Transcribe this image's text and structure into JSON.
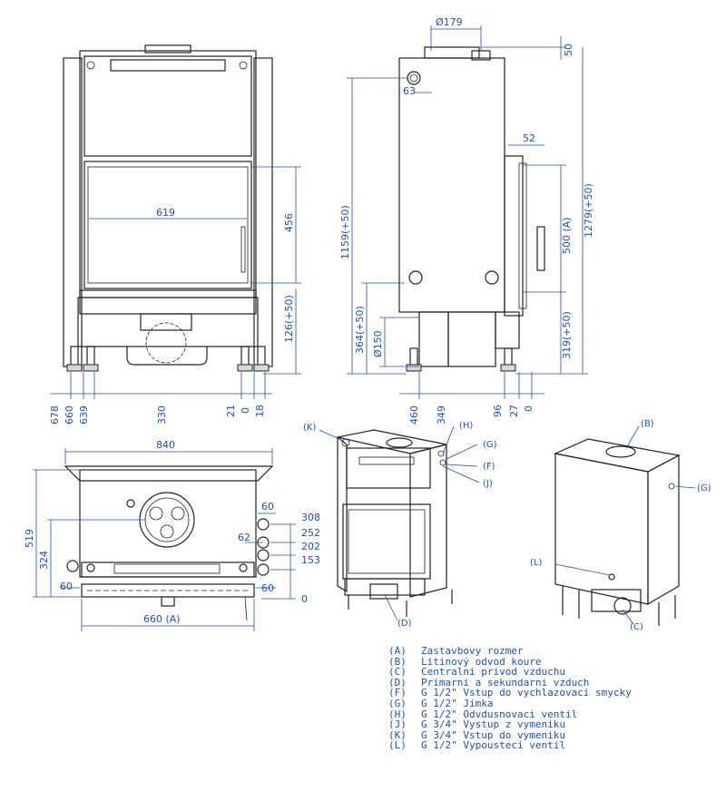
{
  "front_view": {
    "dims": {
      "width_619": "619",
      "height_456": "456",
      "height_126": "126(+50)",
      "bottom": [
        "678",
        "660",
        "639",
        "330",
        "21",
        "0",
        "18"
      ]
    }
  },
  "side_view": {
    "dims": {
      "d179": "Ø179",
      "d50": "50",
      "d63": "63",
      "h1159": "1159(+50)",
      "h1279": "1279(+50)",
      "d52": "52",
      "h500": "500 (A)",
      "h364": "364(+50)",
      "d150": "Ø150",
      "h319": "319(+50)",
      "bottom": [
        "460",
        "349",
        "96",
        "27",
        "0"
      ]
    }
  },
  "top_view": {
    "dims": {
      "w840": "840",
      "h519": "519",
      "h324": "324",
      "d60a": "60",
      "d60b": "60",
      "d60c": "60",
      "d62": "62",
      "r308": "308",
      "r252": "252",
      "r202": "202",
      "r153": "153",
      "r0": "0",
      "w660": "660 (A)"
    }
  },
  "iso_front": {
    "labels": {
      "K": "(K)",
      "H": "(H)",
      "G": "(G)",
      "F": "(F)",
      "J": "(J)",
      "D": "(D)"
    }
  },
  "iso_back": {
    "labels": {
      "B": "(B)",
      "G": "(G)",
      "L": "(L)",
      "C": "(C)"
    }
  },
  "legend": [
    {
      "code": "(A)",
      "text": "Zastavbovy rozmer"
    },
    {
      "code": "(B)",
      "text": "Litinový odvod koure"
    },
    {
      "code": "(C)",
      "text": "Centralni privod vzduchu"
    },
    {
      "code": "(D)",
      "text": "Primarni a sekundarni vzduch"
    },
    {
      "code": "(F)",
      "text": "G 1/2\" Vstup do vychlazovaci smycky"
    },
    {
      "code": "(G)",
      "text": "G 1/2\" Jimka"
    },
    {
      "code": "(H)",
      "text": "G 1/2\" Odvdusnovaci ventil"
    },
    {
      "code": "(J)",
      "text": "G 3/4\" Vystup z vymeniku"
    },
    {
      "code": "(K)",
      "text": "G 3/4\" Vstup do vymeniku"
    },
    {
      "code": "(L)",
      "text": "G 1/2\" Vypousteci ventil"
    }
  ]
}
